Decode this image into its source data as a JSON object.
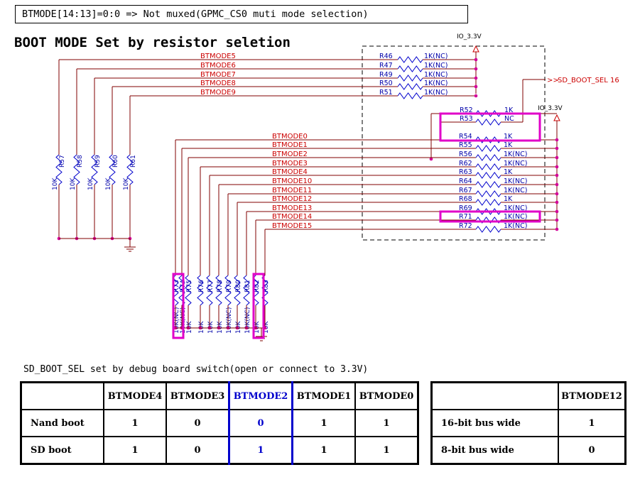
{
  "top_note": "BTMODE[14:13]=0:0 => Not muxed(GPMC_CS0 muti mode selection)",
  "title": "BOOT MODE Set by resistor seletion",
  "power": {
    "io_left": "IO_3.3V",
    "io_right": "IO_3.3V"
  },
  "sd_boot_sel_port": "SD_BOOT_SEL  16",
  "top_nets": [
    {
      "net": "BTMODE5",
      "ref": "R46",
      "val": "1K(NC)"
    },
    {
      "net": "BTMODE6",
      "ref": "R47",
      "val": "1K(NC)"
    },
    {
      "net": "BTMODE7",
      "ref": "R49",
      "val": "1K(NC)"
    },
    {
      "net": "BTMODE8",
      "ref": "R50",
      "val": "1K(NC)"
    },
    {
      "net": "BTMODE9",
      "ref": "R51",
      "val": "1K(NC)"
    }
  ],
  "left_pulldowns": [
    {
      "ref": "R57",
      "val": "10K"
    },
    {
      "ref": "R58",
      "val": "10K"
    },
    {
      "ref": "R59",
      "val": "10K"
    },
    {
      "ref": "R60",
      "val": "10K"
    },
    {
      "ref": "R61",
      "val": "10K"
    }
  ],
  "sd_resistors": [
    {
      "ref": "R52",
      "val": "1K"
    },
    {
      "ref": "R53",
      "val": "NC"
    }
  ],
  "bottom_nets": [
    {
      "net": "BTMODE0",
      "ref": "R54",
      "val": "1K"
    },
    {
      "net": "BTMODE1",
      "ref": "R55",
      "val": "1K"
    },
    {
      "net": "BTMODE2",
      "ref": "R56",
      "val": "1K(NC)"
    },
    {
      "net": "BTMODE3",
      "ref": "R62",
      "val": "1K(NC)"
    },
    {
      "net": "BTMODE4",
      "ref": "R63",
      "val": "1K"
    },
    {
      "net": "BTMODE10",
      "ref": "R64",
      "val": "1K(NC)"
    },
    {
      "net": "BTMODE11",
      "ref": "R67",
      "val": "1K(NC)"
    },
    {
      "net": "BTMODE12",
      "ref": "R68",
      "val": "1K"
    },
    {
      "net": "BTMODE13",
      "ref": "R69",
      "val": "1K(NC)"
    },
    {
      "net": "BTMODE14",
      "ref": "R71",
      "val": "1K(NC)"
    },
    {
      "net": "BTMODE15",
      "ref": "R72",
      "val": "1K(NC)"
    }
  ],
  "bottom_pulldowns": [
    {
      "ref": "R73",
      "val": "10K(NC)"
    },
    {
      "ref": "R74",
      "val": "10K(NC)"
    },
    {
      "ref": "R75",
      "val": "10K"
    },
    {
      "ref": "R76",
      "val": "10K"
    },
    {
      "ref": "R77",
      "val": "10K"
    },
    {
      "ref": "R78",
      "val": "10K"
    },
    {
      "ref": "R79",
      "val": "10K(NC)"
    },
    {
      "ref": "R80",
      "val": "10K"
    },
    {
      "ref": "R81",
      "val": "10K(NC)"
    },
    {
      "ref": "R82",
      "val": "10K"
    },
    {
      "ref": "R83",
      "val": "10K"
    }
  ],
  "sd_caption": "SD_BOOT_SEL set by debug board switch(open or connect to 3.3V)",
  "boot_table": {
    "headers": [
      "",
      "BTMODE4",
      "BTMODE3",
      "BTMODE2",
      "BTMODE1",
      "BTMODE0"
    ],
    "rows": [
      {
        "label": "Nand boot",
        "values": [
          "1",
          "0",
          "0",
          "1",
          "1"
        ]
      },
      {
        "label": "SD boot",
        "values": [
          "1",
          "0",
          "1",
          "1",
          "1"
        ]
      }
    ]
  },
  "bus_table": {
    "headers": [
      "",
      "BTMODE12"
    ],
    "rows": [
      {
        "label": "16-bit bus wide",
        "value": "1"
      },
      {
        "label": "8-bit bus wide",
        "value": "0"
      }
    ]
  },
  "colors": {
    "net": "#cc0000",
    "wire": "#800000",
    "junction": "#d4009a",
    "highlight": "#e000c8",
    "blue": "#0000cc"
  }
}
